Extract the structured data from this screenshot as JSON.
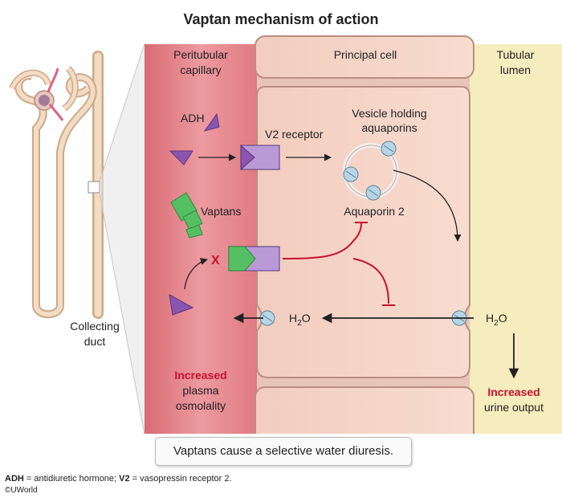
{
  "title": "Vaptan mechanism of action",
  "labels": {
    "peritubular": [
      "Peritubular",
      "capillary"
    ],
    "principal_cell": "Principal cell",
    "tubular_lumen": [
      "Tubular",
      "lumen"
    ],
    "adh": "ADH",
    "v2_receptor": "V2 receptor",
    "vesicle": [
      "Vesicle holding",
      "aquaporins"
    ],
    "vaptans": "Vaptans",
    "aquaporin2": "Aquaporin 2",
    "block_mark": "X",
    "water_left": "H",
    "water_right": "H",
    "water_sub": "2",
    "water_o": "O",
    "collecting_duct": [
      "Collecting",
      "duct"
    ],
    "increased": "Increased",
    "plasma_osm": [
      "plasma",
      "osmolality"
    ],
    "urine_output": "urine output"
  },
  "summary": "Vaptans cause a selective water diuresis.",
  "footnote": {
    "adh_abbr": "ADH",
    "adh_def": " = antidiuretic hormone; ",
    "v2_abbr": "V2",
    "v2_def": " = vasopressin receptor 2."
  },
  "credit": "©UWorld",
  "colors": {
    "capillary": "#e98a90",
    "cell": "#f6d8cc",
    "lumen": "#f8f0c0",
    "adh": "#8a55b0",
    "vaptan": "#55c063",
    "receptor": "#b99ad6",
    "aquaporin": "#b5d6e6",
    "inhibition": "#c8102e"
  }
}
